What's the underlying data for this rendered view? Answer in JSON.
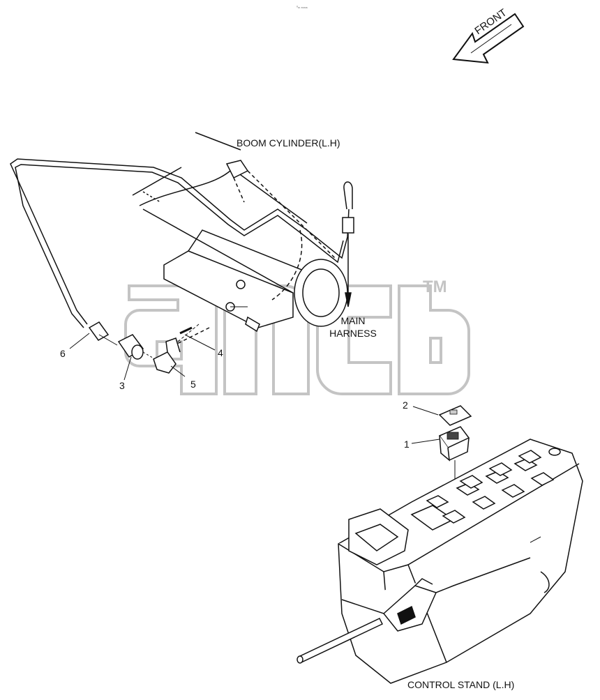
{
  "labels": {
    "front": "FRONT",
    "boom_cylinder": "BOOM CYLINDER(L.H)",
    "main_harness_line1": "MAIN",
    "main_harness_line2": "HARNESS",
    "control_stand": "CONTROL STAND (L.H)",
    "top_mark": "⁰ₘ ₘₘₘ"
  },
  "callouts": {
    "c1": "1",
    "c2": "2",
    "c3": "3",
    "c4": "4",
    "c5": "5",
    "c6": "6"
  },
  "watermark": {
    "text": "ancb",
    "tm": "TM",
    "color": "#c4c4c4"
  },
  "colors": {
    "line": "#111111",
    "watermark": "#c4c4c4"
  }
}
